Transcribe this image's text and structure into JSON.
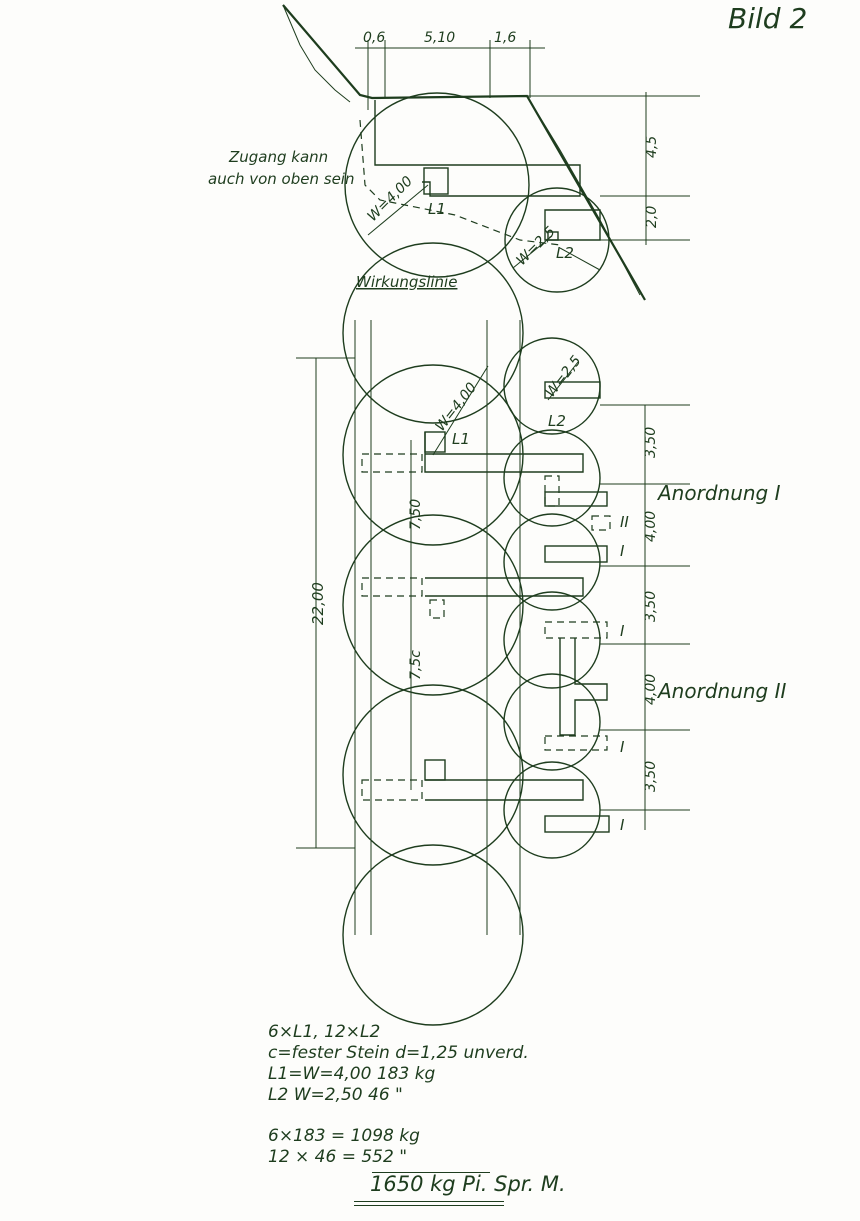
{
  "header": {
    "figure_label": "Bild 2"
  },
  "section": {
    "dim_top": [
      "0,6",
      "5,10",
      "1,6"
    ],
    "dim_right": [
      "4,5",
      "2,0"
    ],
    "note_line1": "Zugang kann",
    "note_line2": "auch von oben sein",
    "charge_l1": "L1",
    "charge_l2": "L2",
    "radius_w1": "W=4,00",
    "radius_w2": "W=2,5",
    "line_of_action": "Wirkungslinie"
  },
  "plan": {
    "total_length": "22,00",
    "spacing_l1": [
      "7,50",
      "7,5c"
    ],
    "radius_w1": "W=4,00",
    "radius_w2": "W=2,5",
    "charge_l1": "L1",
    "charge_l2": "L2",
    "spacing_l2": [
      "3,50",
      "4,00",
      "3,50",
      "4,00",
      "3,50"
    ],
    "arrangement_1": "Anordnung I",
    "arrangement_2": "Anordnung II",
    "mark_1": "I",
    "mark_2": "II"
  },
  "calculation": {
    "line1": "6×L1,  12×L2",
    "line2": "c=fester Stein   d=1,25 unverd.",
    "line3": "L1=W=4,00  183 kg",
    "line4": "L2  W=2,50   46 \"",
    "line5": "6×183 = 1098 kg",
    "line6": "12 × 46 =   552  \"",
    "total": "1650 kg  Pi. Spr. M."
  }
}
